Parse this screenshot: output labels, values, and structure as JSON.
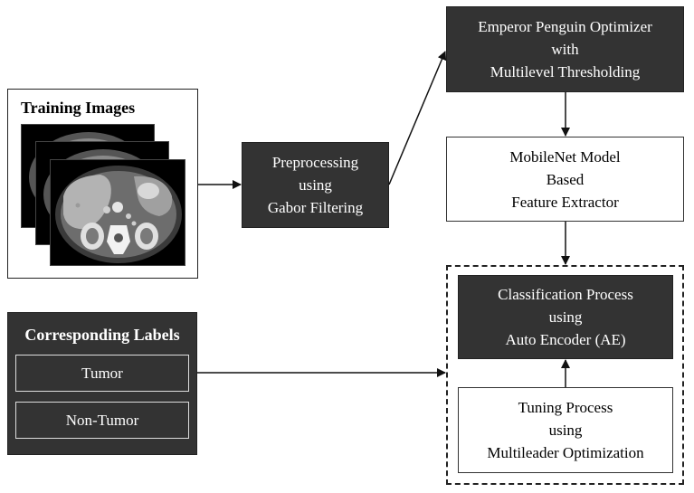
{
  "training": {
    "title": "Training Images"
  },
  "preprocessing": {
    "lines": [
      "Preprocessing",
      "using",
      "Gabor Filtering"
    ]
  },
  "epo": {
    "lines": [
      "Emperor Penguin Optimizer",
      "with",
      "Multilevel Thresholding"
    ]
  },
  "mobilenet": {
    "lines": [
      "MobileNet Model",
      "Based",
      "Feature Extractor"
    ]
  },
  "classification": {
    "lines": [
      "Classification Process",
      "using",
      "Auto Encoder (AE)"
    ]
  },
  "tuning": {
    "lines": [
      "Tuning Process",
      "using",
      "Multileader Optimization"
    ]
  },
  "labels": {
    "title": "Corresponding Labels",
    "items": [
      "Tumor",
      "Non-Tumor"
    ]
  },
  "colors": {
    "dark_box": "#333333",
    "light_box": "#ffffff",
    "arrow": "#111111"
  }
}
